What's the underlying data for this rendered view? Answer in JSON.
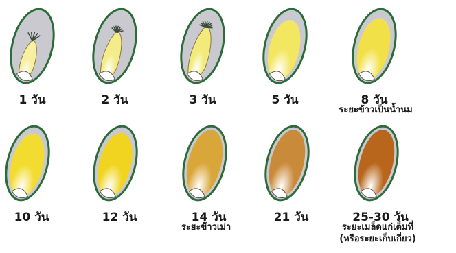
{
  "stages": [
    {
      "day_label": "1 วัน",
      "stage_name": "",
      "fill_color": "#f6f0a0",
      "fill_level": 0.3
    },
    {
      "day_label": "2 วัน",
      "stage_name": "",
      "fill_color": "#f4ec8a",
      "fill_level": 0.55
    },
    {
      "day_label": "3 วัน",
      "stage_name": "",
      "fill_color": "#f3ea7c",
      "fill_level": 0.7
    },
    {
      "day_label": "5 วัน",
      "stage_name": "",
      "fill_color": "#f3e660",
      "fill_level": 0.8
    },
    {
      "day_label": "8 วัน",
      "stage_name": "ระยะข้าวเป็นน้ำนม",
      "fill_color": "#f2e048",
      "fill_level": 0.85
    },
    {
      "day_label": "10 วัน",
      "stage_name": "",
      "fill_color": "#f2dc30",
      "fill_level": 0.9
    },
    {
      "day_label": "12 วัน",
      "stage_name": "",
      "fill_color": "#f0d420",
      "fill_level": 0.92
    },
    {
      "day_label": "14 วัน",
      "stage_name": "ระยะข้าวเม่า",
      "fill_color": "#d9a63a",
      "fill_level": 1
    },
    {
      "day_label": "21 วัน",
      "stage_name": "",
      "fill_color": "#c98a3a",
      "fill_level": 1
    },
    {
      "day_label": "25-30 วัน",
      "stage_name": "ระยะเมล็ดแก่เต็มที่",
      "stage_name_2": "(หรือระยะเก็บเกี่ยว)",
      "fill_color": "#b8661c",
      "fill_level": 1
    }
  ],
  "colors": {
    "hull_outline": "#2e6b3a",
    "hull_interior": "#c9c9cf",
    "embryo": "#ffffff"
  }
}
